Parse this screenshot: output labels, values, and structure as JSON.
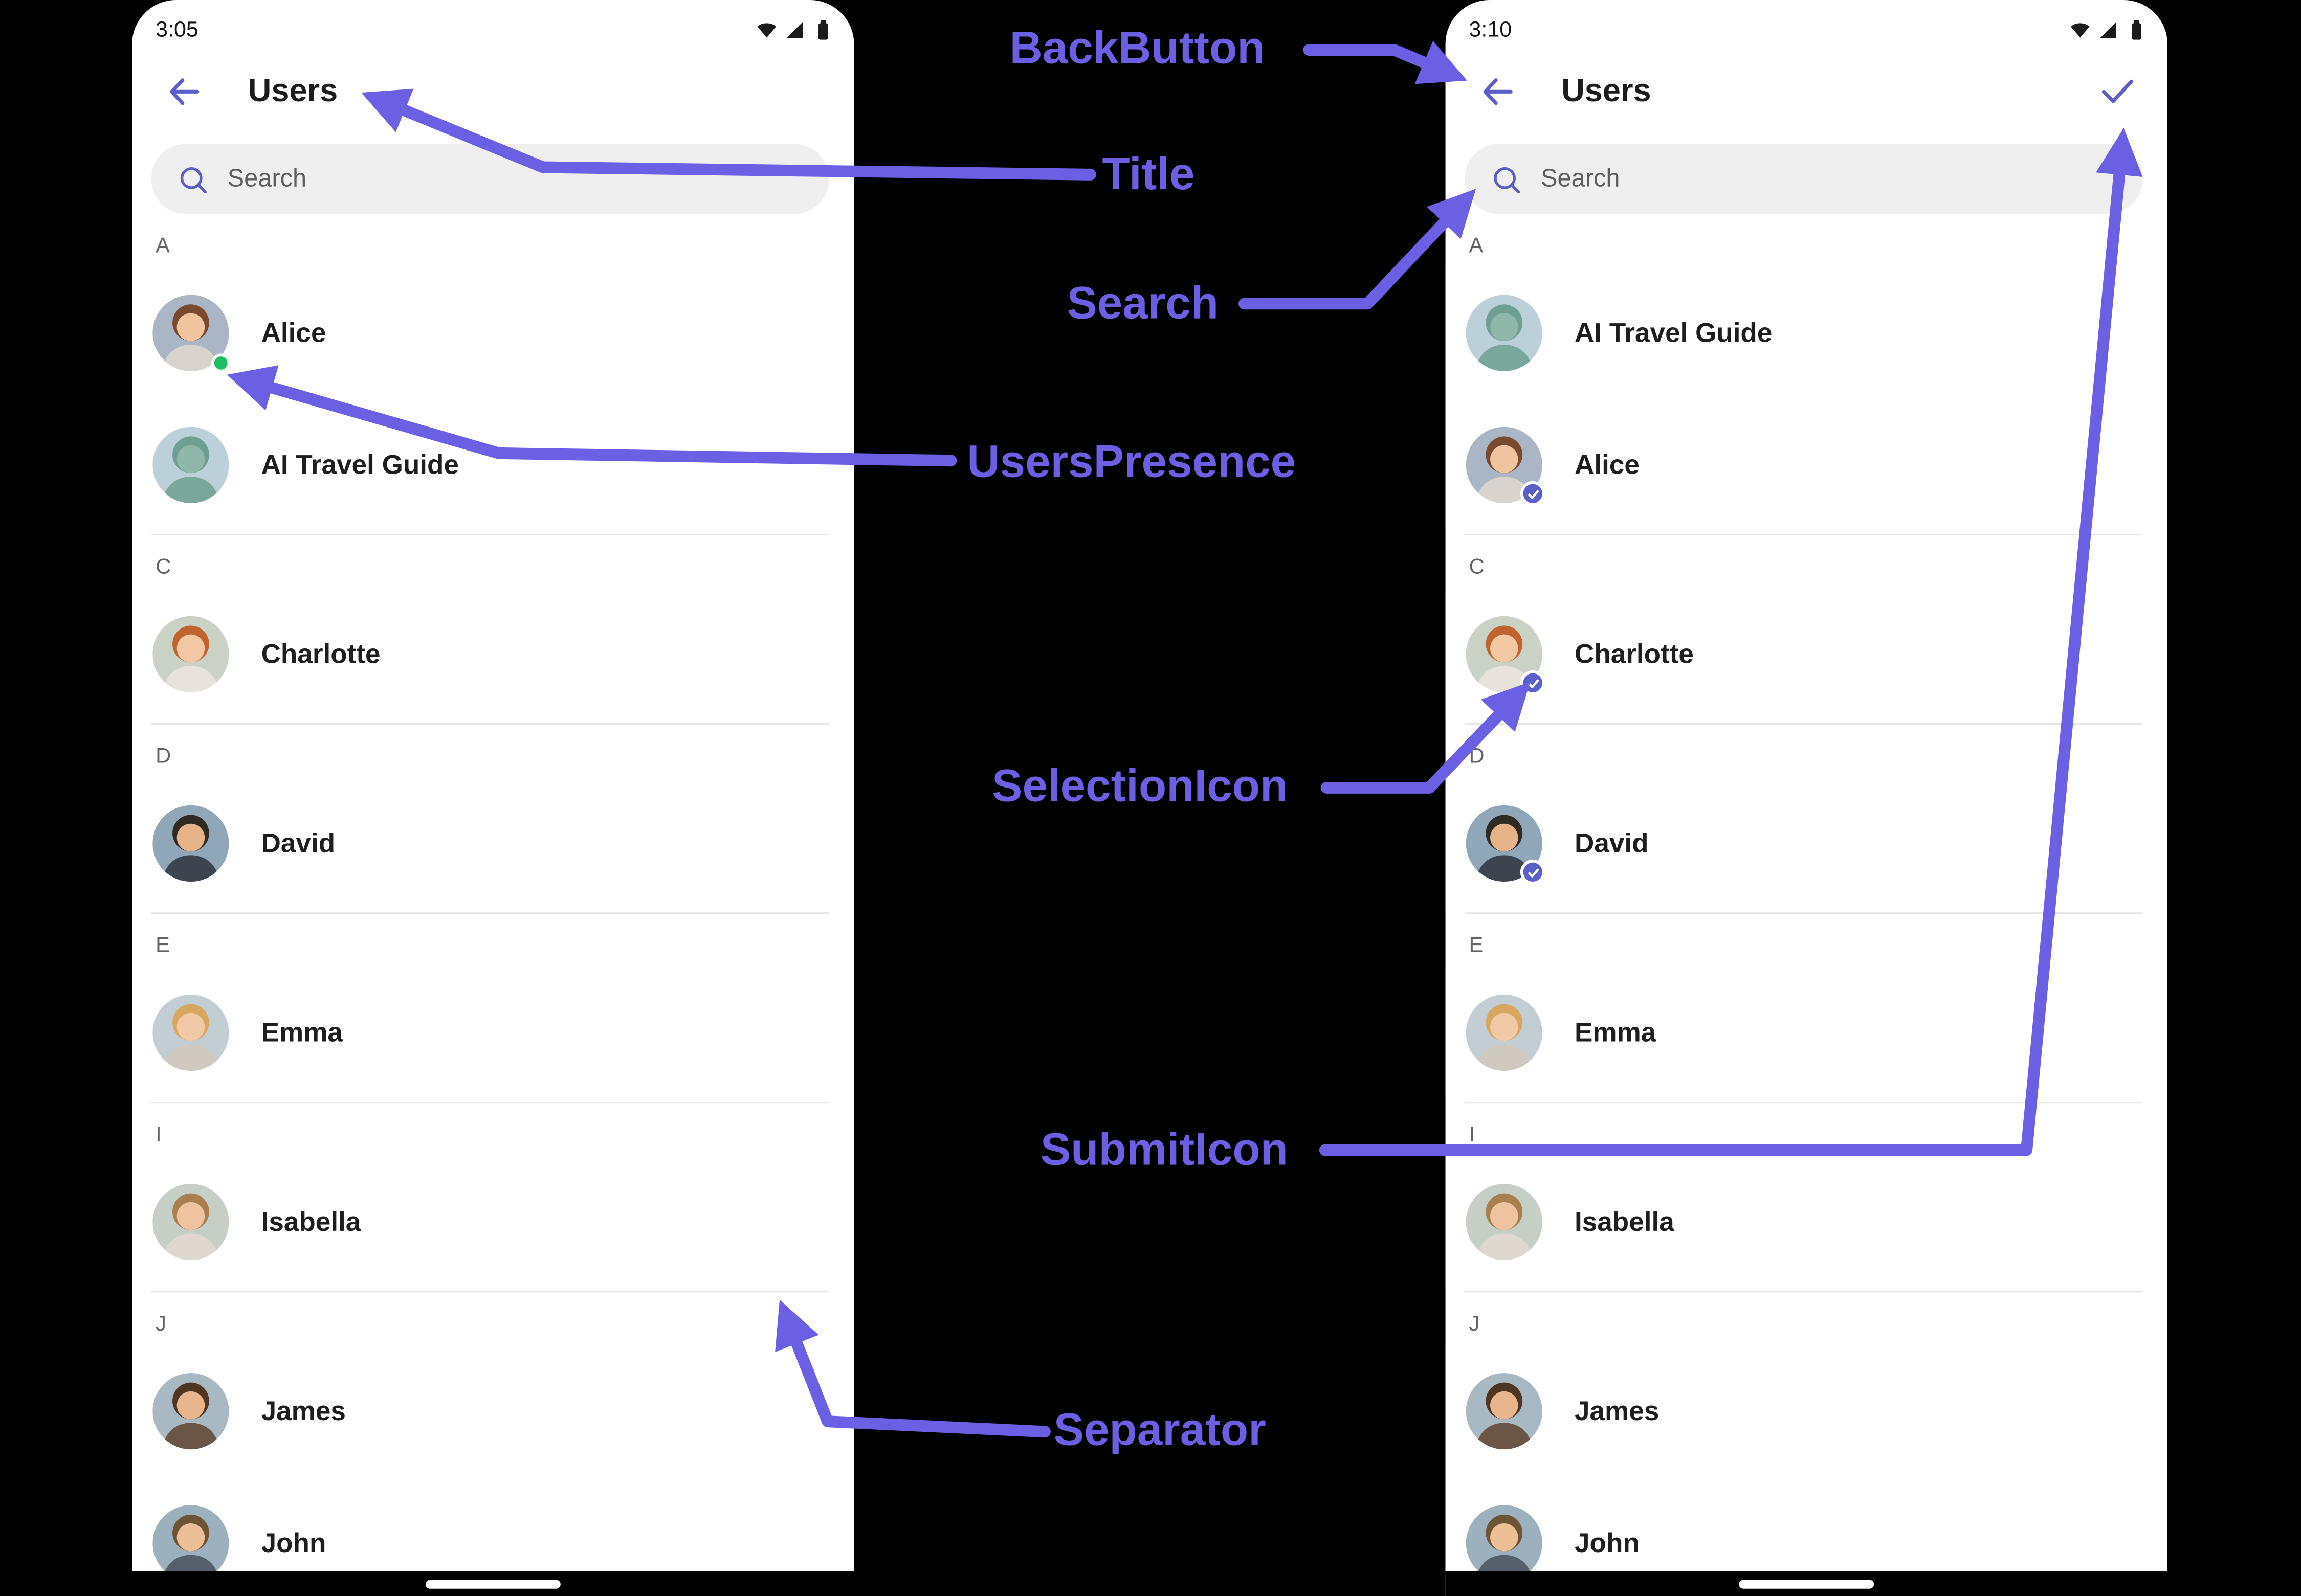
{
  "colors": {
    "accent": "#5B5FC7",
    "annotation": "#6B5FE3",
    "presence_green": "#1EBF63",
    "search_bg": "#EFEFEF",
    "separator": "#E4E4E4"
  },
  "annotations": [
    {
      "id": "back-button",
      "label": "BackButton"
    },
    {
      "id": "title",
      "label": "Title"
    },
    {
      "id": "search",
      "label": "Search"
    },
    {
      "id": "users-presence",
      "label": "UsersPresence"
    },
    {
      "id": "selection-icon",
      "label": "SelectionIcon"
    },
    {
      "id": "submit-icon",
      "label": "SubmitIcon"
    },
    {
      "id": "separator",
      "label": "Separator"
    }
  ],
  "icons": {
    "back": "arrow-left",
    "submit": "checkmark",
    "search": "magnifier",
    "selection_badge": "checkmark",
    "presence": "dot",
    "status": [
      "wifi",
      "cellular-signal",
      "battery"
    ]
  },
  "phones": [
    {
      "status_time": "3:05",
      "title": "Users",
      "search_placeholder": "Search",
      "has_submit": false,
      "sections": [
        {
          "letter": "A",
          "users": [
            {
              "name": "Alice",
              "presence": true,
              "selected": false,
              "avatar": {
                "bg": "#aab6c6",
                "hair": "#7a4a2f",
                "skin": "#f0c49e",
                "shirt": "#d8d3cc"
              }
            },
            {
              "name": "AI Travel Guide",
              "presence": false,
              "selected": false,
              "avatar": {
                "bg": "#bcd0da",
                "hair": "#6f9e93",
                "skin": "#8fb8ab",
                "shirt": "#79a79c"
              }
            }
          ]
        },
        {
          "letter": "C",
          "users": [
            {
              "name": "Charlotte",
              "presence": false,
              "selected": false,
              "avatar": {
                "bg": "#c9d2c4",
                "hair": "#c0632e",
                "skin": "#f2c7a4",
                "shirt": "#e7e3da"
              }
            }
          ]
        },
        {
          "letter": "D",
          "users": [
            {
              "name": "David",
              "presence": false,
              "selected": false,
              "avatar": {
                "bg": "#8fa7b8",
                "hair": "#2f2a24",
                "skin": "#e6b388",
                "shirt": "#3c4450"
              }
            }
          ]
        },
        {
          "letter": "E",
          "users": [
            {
              "name": "Emma",
              "presence": false,
              "selected": false,
              "avatar": {
                "bg": "#c3cdd4",
                "hair": "#d7a75f",
                "skin": "#f2c9a6",
                "shirt": "#cfc9c0"
              }
            }
          ]
        },
        {
          "letter": "I",
          "users": [
            {
              "name": "Isabella",
              "presence": false,
              "selected": false,
              "avatar": {
                "bg": "#c6cfc6",
                "hair": "#a97f4f",
                "skin": "#f0c3a0",
                "shirt": "#ded8cf"
              }
            }
          ]
        },
        {
          "letter": "J",
          "users": [
            {
              "name": "James",
              "presence": false,
              "selected": false,
              "avatar": {
                "bg": "#a9b9c4",
                "hair": "#4e3623",
                "skin": "#e8b58d",
                "shirt": "#6b5546"
              }
            },
            {
              "name": "John",
              "presence": false,
              "selected": false,
              "avatar": {
                "bg": "#9db0bd",
                "hair": "#6d5434",
                "skin": "#ecbf97",
                "shirt": "#55606c"
              }
            }
          ]
        }
      ]
    },
    {
      "status_time": "3:10",
      "title": "Users",
      "search_placeholder": "Search",
      "has_submit": true,
      "sections": [
        {
          "letter": "A",
          "users": [
            {
              "name": "AI Travel Guide",
              "presence": false,
              "selected": false,
              "avatar": {
                "bg": "#bcd0da",
                "hair": "#6f9e93",
                "skin": "#8fb8ab",
                "shirt": "#79a79c"
              }
            },
            {
              "name": "Alice",
              "presence": false,
              "selected": true,
              "avatar": {
                "bg": "#aab6c6",
                "hair": "#7a4a2f",
                "skin": "#f0c49e",
                "shirt": "#d8d3cc"
              }
            }
          ]
        },
        {
          "letter": "C",
          "users": [
            {
              "name": "Charlotte",
              "presence": false,
              "selected": true,
              "avatar": {
                "bg": "#c9d2c4",
                "hair": "#c0632e",
                "skin": "#f2c7a4",
                "shirt": "#e7e3da"
              }
            }
          ]
        },
        {
          "letter": "D",
          "users": [
            {
              "name": "David",
              "presence": false,
              "selected": true,
              "avatar": {
                "bg": "#8fa7b8",
                "hair": "#2f2a24",
                "skin": "#e6b388",
                "shirt": "#3c4450"
              }
            }
          ]
        },
        {
          "letter": "E",
          "users": [
            {
              "name": "Emma",
              "presence": false,
              "selected": false,
              "avatar": {
                "bg": "#c3cdd4",
                "hair": "#d7a75f",
                "skin": "#f2c9a6",
                "shirt": "#cfc9c0"
              }
            }
          ]
        },
        {
          "letter": "I",
          "users": [
            {
              "name": "Isabella",
              "presence": false,
              "selected": false,
              "avatar": {
                "bg": "#c6cfc6",
                "hair": "#a97f4f",
                "skin": "#f0c3a0",
                "shirt": "#ded8cf"
              }
            }
          ]
        },
        {
          "letter": "J",
          "users": [
            {
              "name": "James",
              "presence": false,
              "selected": false,
              "avatar": {
                "bg": "#a9b9c4",
                "hair": "#4e3623",
                "skin": "#e8b58d",
                "shirt": "#6b5546"
              }
            },
            {
              "name": "John",
              "presence": false,
              "selected": false,
              "avatar": {
                "bg": "#9db0bd",
                "hair": "#6d5434",
                "skin": "#ecbf97",
                "shirt": "#55606c"
              }
            }
          ]
        }
      ]
    }
  ]
}
